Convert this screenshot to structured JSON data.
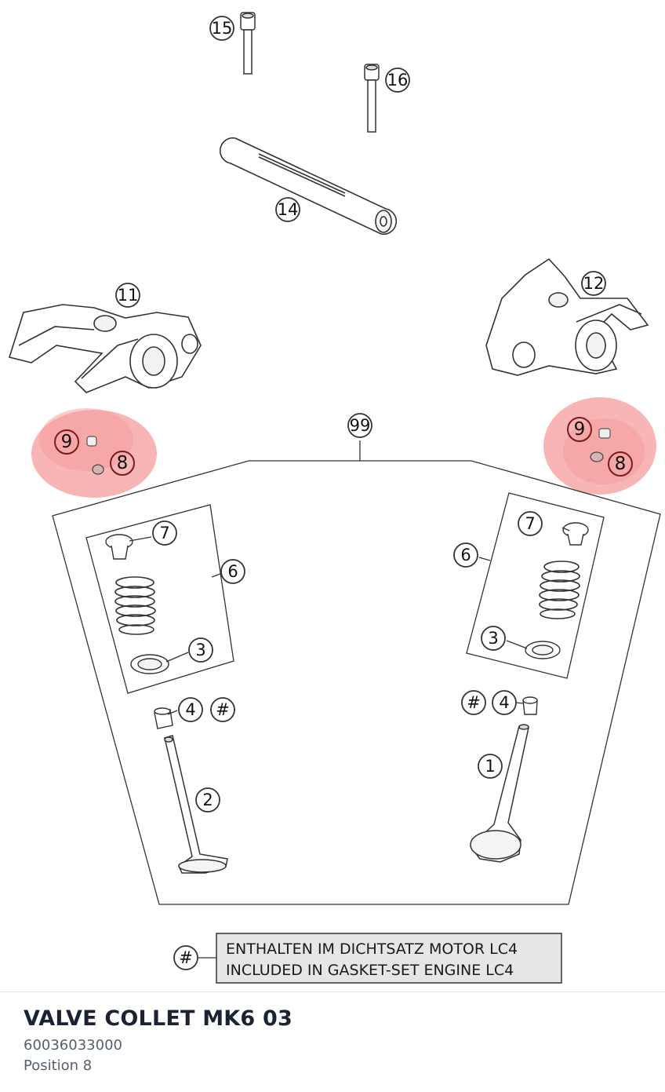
{
  "diagram": {
    "callouts": {
      "c15": "15",
      "c16": "16",
      "c14": "14",
      "c11": "11",
      "c12": "12",
      "c99": "99",
      "c9l": "9",
      "c8l": "8",
      "c9r": "9",
      "c8r": "8",
      "c7l": "7",
      "c6l": "6",
      "c3l": "3",
      "c4l": "4",
      "hashl": "#",
      "c2": "2",
      "c7r": "7",
      "c6r": "6",
      "c3r": "3",
      "c4r": "4",
      "hashr": "#",
      "c1": "1",
      "hashnote": "#"
    },
    "note": {
      "line1": "ENTHALTEN IM DICHTSATZ MOTOR LC4",
      "line2": "INCLUDED IN GASKET-SET ENGINE LC4"
    },
    "highlight_color": "#f4a3a3"
  },
  "part": {
    "name": "VALVE COLLET MK6 03",
    "number": "60036033000",
    "position": "Position 8"
  }
}
